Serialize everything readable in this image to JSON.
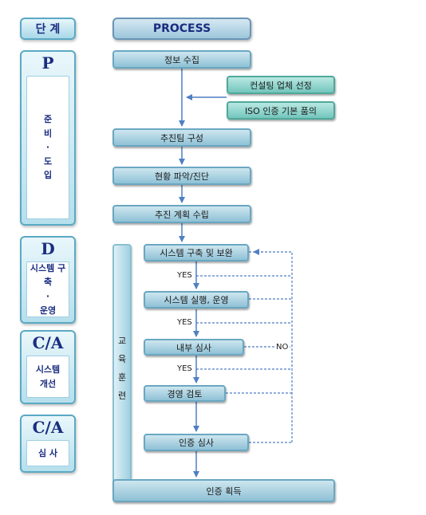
{
  "headers": {
    "stage": "단 계",
    "process": "PROCESS"
  },
  "stages": [
    {
      "letter": "P",
      "label_lines": [
        "준",
        "비",
        "·",
        "도",
        "입"
      ]
    },
    {
      "letter": "D",
      "label_lines": [
        "시스템 구축",
        "·",
        "운영"
      ]
    },
    {
      "letter": "C/A",
      "label_lines": [
        "시스템",
        "개선"
      ]
    },
    {
      "letter": "C/A",
      "label_lines": [
        "심 사"
      ]
    }
  ],
  "steps": {
    "info": "정보 수집",
    "consult": "컨설팅 업체 선정",
    "iso": "ISO 인증 기본 품의",
    "team": "추진팀 구성",
    "status": "현황 파악/진단",
    "plan": "추진 계획 수립",
    "build": "시스템 구축 및 보완",
    "run": "시스템 실행, 운영",
    "audit": "내부 심사",
    "review": "경영 검토",
    "cert_audit": "인증 심사",
    "cert": "인증 획득"
  },
  "education_chars": [
    "교",
    "육",
    "훈",
    "련"
  ],
  "flow_labels": {
    "yes1": "YES",
    "yes2": "YES",
    "yes3": "YES",
    "no": "NO"
  },
  "colors": {
    "arrow": "#4f7fc4",
    "title_text": "#1a2d80",
    "box_border": "#6aa7c2",
    "green_box": "#73c6bd"
  }
}
